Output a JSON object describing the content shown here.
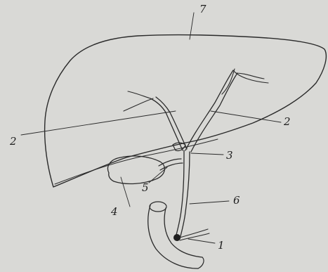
{
  "labels": {
    "hepatic_duct_left": "2",
    "hepatic_duct_right": "2",
    "hepatic_duct_junction": "3",
    "gallbladder": "4",
    "cystic_duct": "5",
    "common_bile_duct": "6",
    "liver": "7",
    "duodenal_papilla": "1"
  },
  "colors": {
    "paper": "#d9d9d6",
    "ink": "#2a2a2a"
  }
}
